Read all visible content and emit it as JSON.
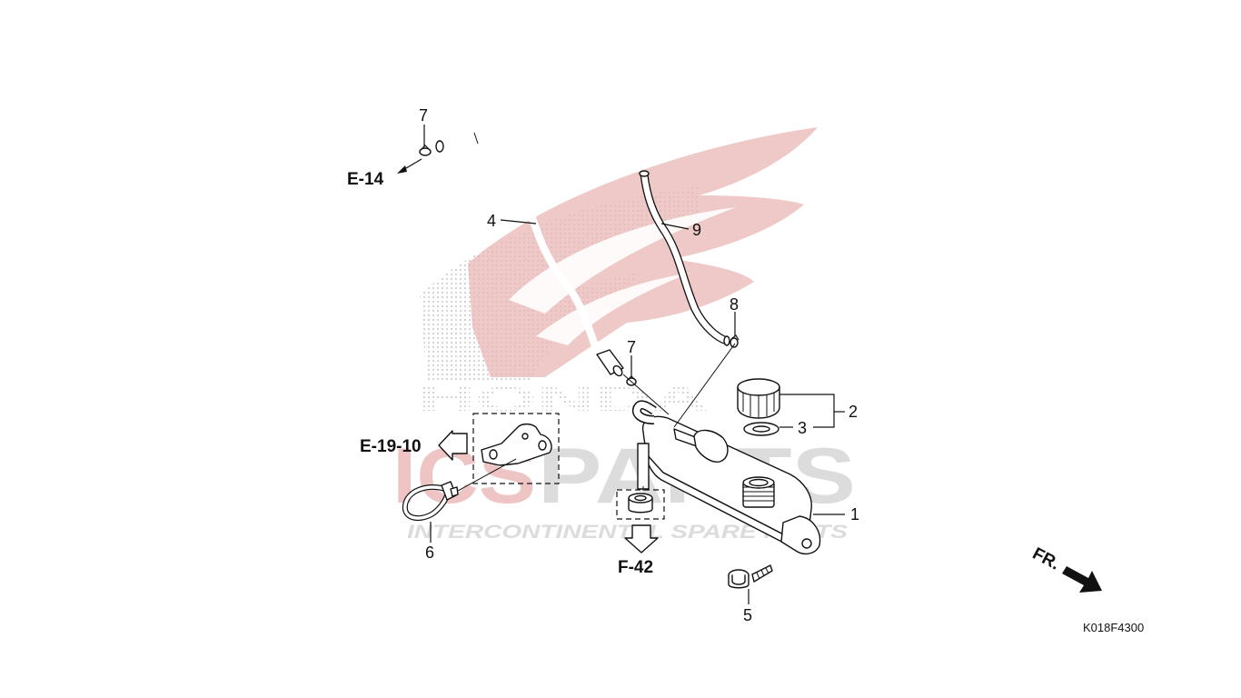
{
  "diagram": {
    "code": "K018F4300",
    "callouts": {
      "c1": "1",
      "c2": "2",
      "c3": "3",
      "c4": "4",
      "c5": "5",
      "c6": "6",
      "c7a": "7",
      "c7b": "7",
      "c8": "8",
      "c9": "9"
    },
    "references": {
      "e14": "E-14",
      "e1910": "E-19-10",
      "f42": "F-42"
    },
    "front_indicator": "FR."
  },
  "watermark": {
    "brand_letters": "HONDA",
    "logo_letters_a": "ICS",
    "logo_letters_b": "PARTS",
    "tagline": "INTERCONTINENTAL SPARE PARTS",
    "colors": {
      "wing": "#e8b0b0",
      "dots": "#c8c8c8",
      "logo_red": "#eec0c0",
      "logo_grey": "#d9d9d9"
    }
  }
}
